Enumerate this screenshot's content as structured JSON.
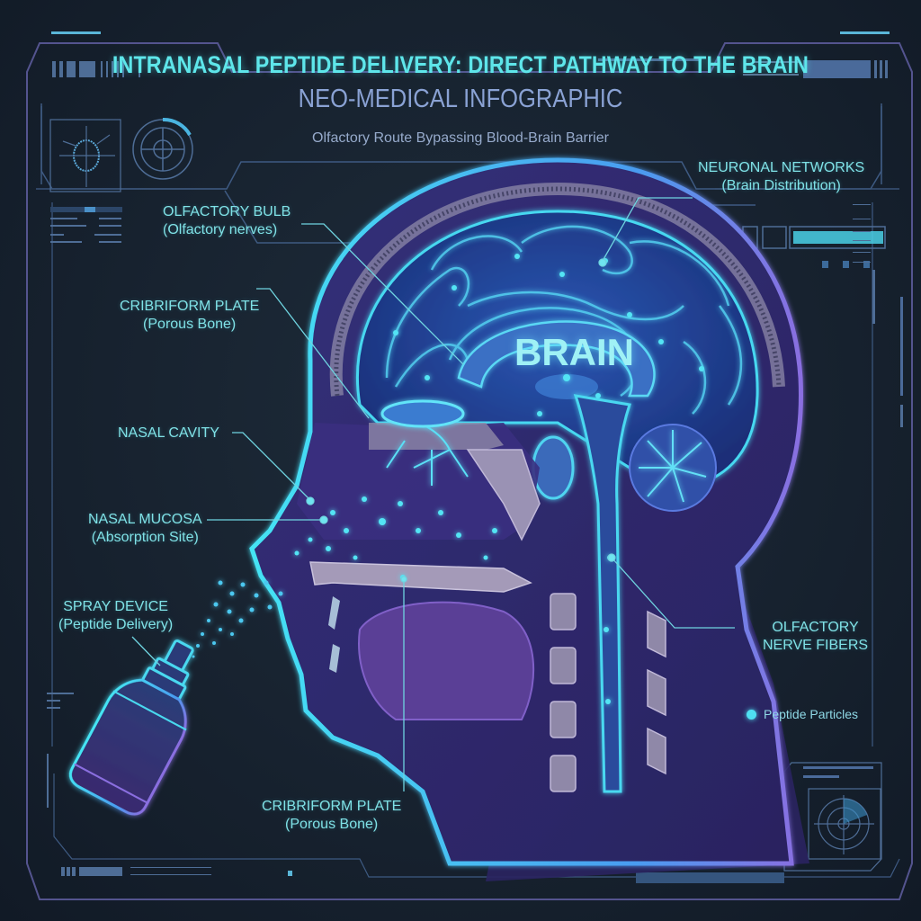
{
  "header": {
    "title": "INTRANASAL PEPTIDE DELIVERY: DIRECT PATHWAY TO THE BRAIN",
    "subtitle": "NEO-MEDICAL INFOGRAPHIC",
    "tagline": "Olfactory Route Bypassing Blood-Brain Barrier"
  },
  "labels": {
    "olfactory_bulb": {
      "title": "OLFACTORY BULB",
      "detail": "(Olfactory nerves)"
    },
    "cribriform_plate_upper": {
      "title": "CRIBRIFORM PLATE",
      "detail": "(Porous Bone)"
    },
    "nasal_cavity": {
      "title": "NASAL CAVITY"
    },
    "nasal_mucosa": {
      "title": "NASAL MUCOSA",
      "detail": "(Absorption Site)"
    },
    "spray_device": {
      "title": "SPRAY DEVICE",
      "detail": "(Peptide Delivery)"
    },
    "cribriform_plate_lower": {
      "title": "CRIBRIFORM PLATE",
      "detail": "(Porous Bone)"
    },
    "neuronal_networks": {
      "title": "NEURONAL NETWORKS",
      "detail": "(Brain Distribution)"
    },
    "olfactory_nerve_fibers": {
      "title": "OLFACTORY",
      "detail": "NERVE FIBERS"
    },
    "brain": "BRAIN"
  },
  "legend": {
    "items": [
      {
        "label": "Peptide Particles",
        "color": "#4fe0f2",
        "icon": "glowing-dot-icon"
      }
    ]
  },
  "colors": {
    "background": "#15202c",
    "title_cyan": "#5ee6ea",
    "subtitle_blue": "#8aa2d4",
    "label_cyan": "#7fe1e6",
    "frame_purple": "#6a5fae",
    "frame_steel": "#3d5778",
    "brain_blue": "#2c5fb8",
    "glow_cyan": "#46d8f0",
    "tissue_purple": "#4a3a8c"
  }
}
